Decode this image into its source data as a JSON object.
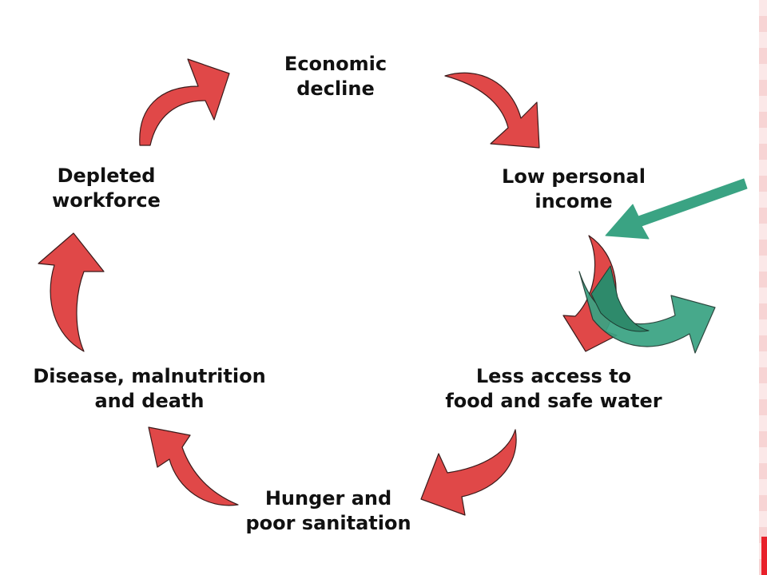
{
  "diagram": {
    "nodes": [
      {
        "id": "economic-decline",
        "lines": [
          "Economic",
          "decline"
        ]
      },
      {
        "id": "low-personal-income",
        "lines": [
          "Low personal",
          "income"
        ]
      },
      {
        "id": "less-access",
        "lines": [
          "Less access to",
          "food and safe water"
        ]
      },
      {
        "id": "hunger",
        "lines": [
          "Hunger and",
          "poor sanitation"
        ]
      },
      {
        "id": "disease",
        "lines": [
          "Disease, malnutrition",
          "and death"
        ]
      },
      {
        "id": "depleted-workforce",
        "lines": [
          "Depleted",
          "workforce"
        ]
      }
    ],
    "cycle_arrow_color": "#e04848",
    "intervention_arrow_color": "#3aa383",
    "accent_color": "#e8202a"
  }
}
